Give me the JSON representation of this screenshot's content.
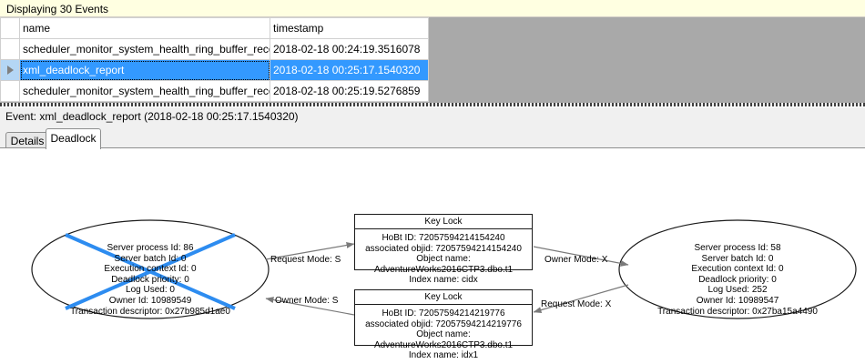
{
  "banner": {
    "text": "Displaying 30 Events"
  },
  "grid": {
    "columns": [
      "",
      "name",
      "timestamp"
    ],
    "rows": [
      {
        "handle": "",
        "name": "scheduler_monitor_system_health_ring_buffer_recorded",
        "timestamp": "2018-02-18 00:24:19.3516078",
        "selected": false
      },
      {
        "handle": "▶",
        "name": "xml_deadlock_report",
        "timestamp": "2018-02-18 00:25:17.1540320",
        "selected": true
      },
      {
        "handle": "",
        "name": "scheduler_monitor_system_health_ring_buffer_recorded",
        "timestamp": "2018-02-18 00:25:19.5276859",
        "selected": false
      }
    ]
  },
  "event_label": {
    "text": "Event: xml_deadlock_report (2018-02-18 00:25:17.1540320)"
  },
  "tabs": [
    {
      "label": "Details",
      "active": false
    },
    {
      "label": "Deadlock",
      "active": true
    }
  ],
  "deadlock_graph": {
    "victim_marker_color": "#2d8cf0",
    "processes": [
      {
        "id": "process-left",
        "victim": true,
        "lines": [
          "Server process Id: 86",
          "Server batch Id: 0",
          "Execution context Id: 0",
          "Deadlock priority: 0",
          "Log Used: 0",
          "Owner Id: 10989549",
          "Transaction descriptor: 0x27b985d1ae0"
        ]
      },
      {
        "id": "process-right",
        "victim": false,
        "lines": [
          "Server process Id: 58",
          "Server batch Id: 0",
          "Execution context Id: 0",
          "Deadlock priority: 0",
          "Log Used: 252",
          "Owner Id: 10989547",
          "Transaction descriptor: 0x27ba15a4490"
        ]
      }
    ],
    "resources": [
      {
        "id": "keylock-top",
        "title": "Key Lock",
        "lines": [
          "HoBt ID: 72057594214154240",
          "associated objid: 72057594214154240",
          "Object name: AdventureWorks2016CTP3.dbo.t1",
          "Index name: cidx"
        ]
      },
      {
        "id": "keylock-bottom",
        "title": "Key Lock",
        "lines": [
          "HoBt ID: 72057594214219776",
          "associated objid: 72057594214219776",
          "Object name: AdventureWorks2016CTP3.dbo.t1",
          "Index name: idx1"
        ]
      }
    ],
    "edges": [
      {
        "id": "edge-left-request",
        "label": "Request Mode: S",
        "from": "process-left",
        "to": "keylock-top"
      },
      {
        "id": "edge-right-owner",
        "label": "Owner Mode: X",
        "from": "keylock-top",
        "to": "process-right"
      },
      {
        "id": "edge-left-owner",
        "label": "Owner Mode: S",
        "from": "keylock-bottom",
        "to": "process-left"
      },
      {
        "id": "edge-right-request",
        "label": "Request Mode: X",
        "from": "process-right",
        "to": "keylock-bottom"
      }
    ]
  }
}
